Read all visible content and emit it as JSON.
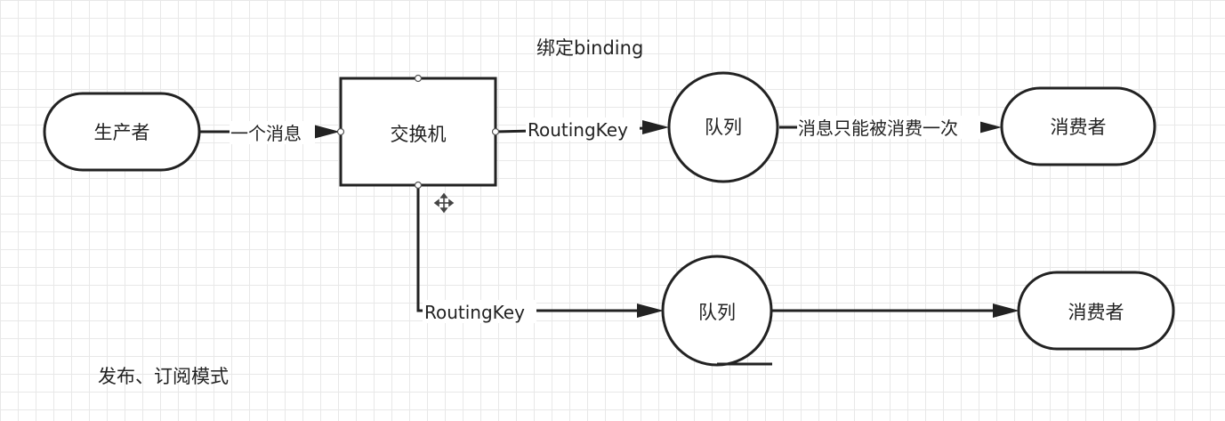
{
  "diagram": {
    "nodes": {
      "producer": "生产者",
      "exchange": "交换机",
      "queue_1": "队列",
      "queue_2": "队列",
      "consumer_1": "消费者",
      "consumer_2": "消费者"
    },
    "edges": {
      "producer_to_exchange": "一个消息",
      "exchange_to_queue_1": "RoutingKey",
      "queue_1_to_consumer_1": "消息只能被消费一次",
      "exchange_to_queue_2": "RoutingKey"
    },
    "annotations": {
      "binding": "绑定binding",
      "mode": "发布、订阅模式"
    },
    "icons": {
      "cursor": "move-cursor-icon"
    },
    "colors": {
      "stroke": "#222222",
      "grid": "#e8e8e8",
      "background": "#ffffff"
    }
  }
}
